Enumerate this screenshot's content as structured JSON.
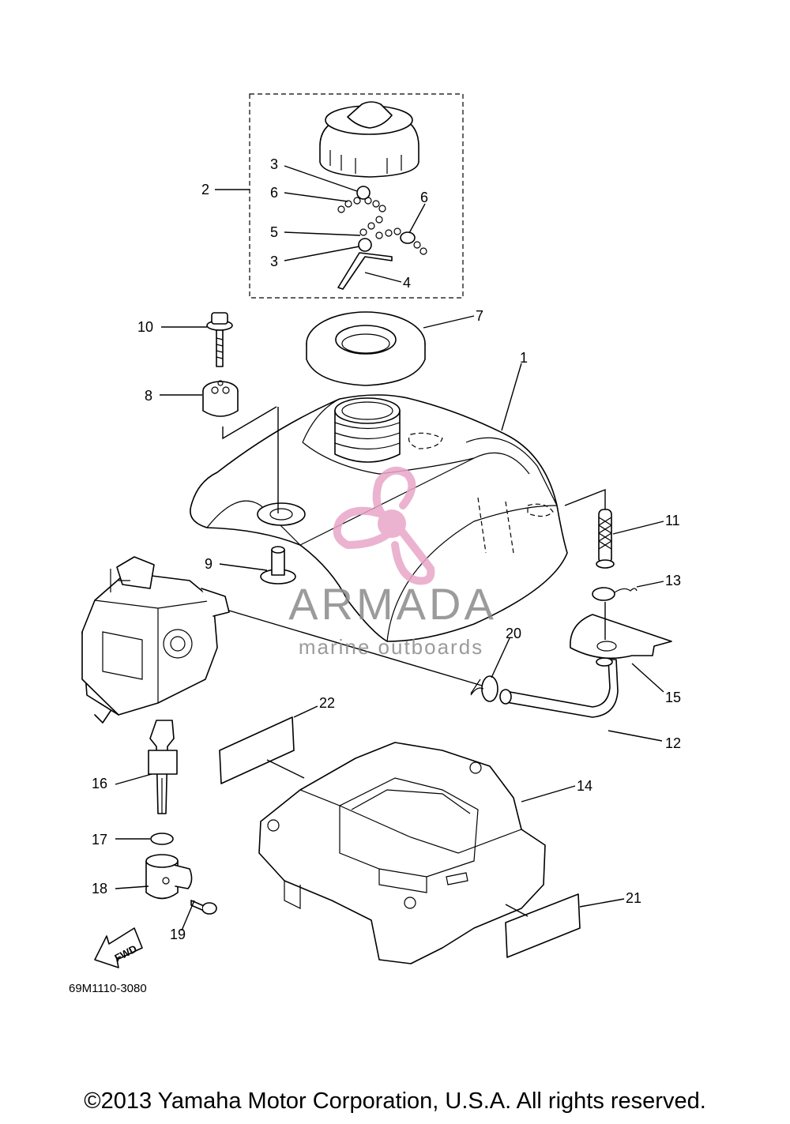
{
  "diagram": {
    "callouts": [
      "1",
      "2",
      "3",
      "3",
      "4",
      "5",
      "6",
      "6",
      "7",
      "8",
      "9",
      "10",
      "11",
      "12",
      "13",
      "14",
      "15",
      "16",
      "17",
      "18",
      "19",
      "20",
      "21",
      "22"
    ],
    "arrow_label": "FWD",
    "drawing_code": "69M1110-3080"
  },
  "watermark": {
    "title": "ARMADA",
    "subtitle": "marine outboards",
    "color": "#e8a6c8"
  },
  "footer": {
    "copyright": "©2013 Yamaha Motor Corporation, U.S.A. All rights reserved."
  }
}
